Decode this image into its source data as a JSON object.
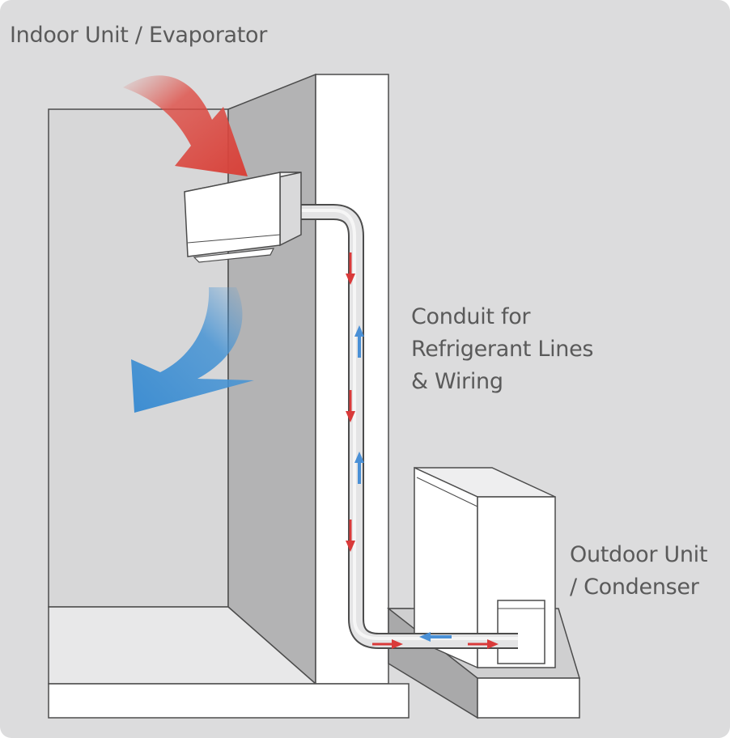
{
  "labels": {
    "indoor_unit": "Indoor Unit / Evaporator",
    "conduit_line1": "Conduit for",
    "conduit_line2": "Refrigerant Lines",
    "conduit_line3": "& Wiring",
    "outdoor_line1": "Outdoor Unit",
    "outdoor_line2": "/ Condenser"
  },
  "colors": {
    "background": "#dcdcdd",
    "warm_air": "#d9473f",
    "cool_air": "#3f8fd2",
    "refrigerant_hot": "#d93a3a",
    "refrigerant_cold": "#4a90d6",
    "text": "#5a5a5a"
  }
}
